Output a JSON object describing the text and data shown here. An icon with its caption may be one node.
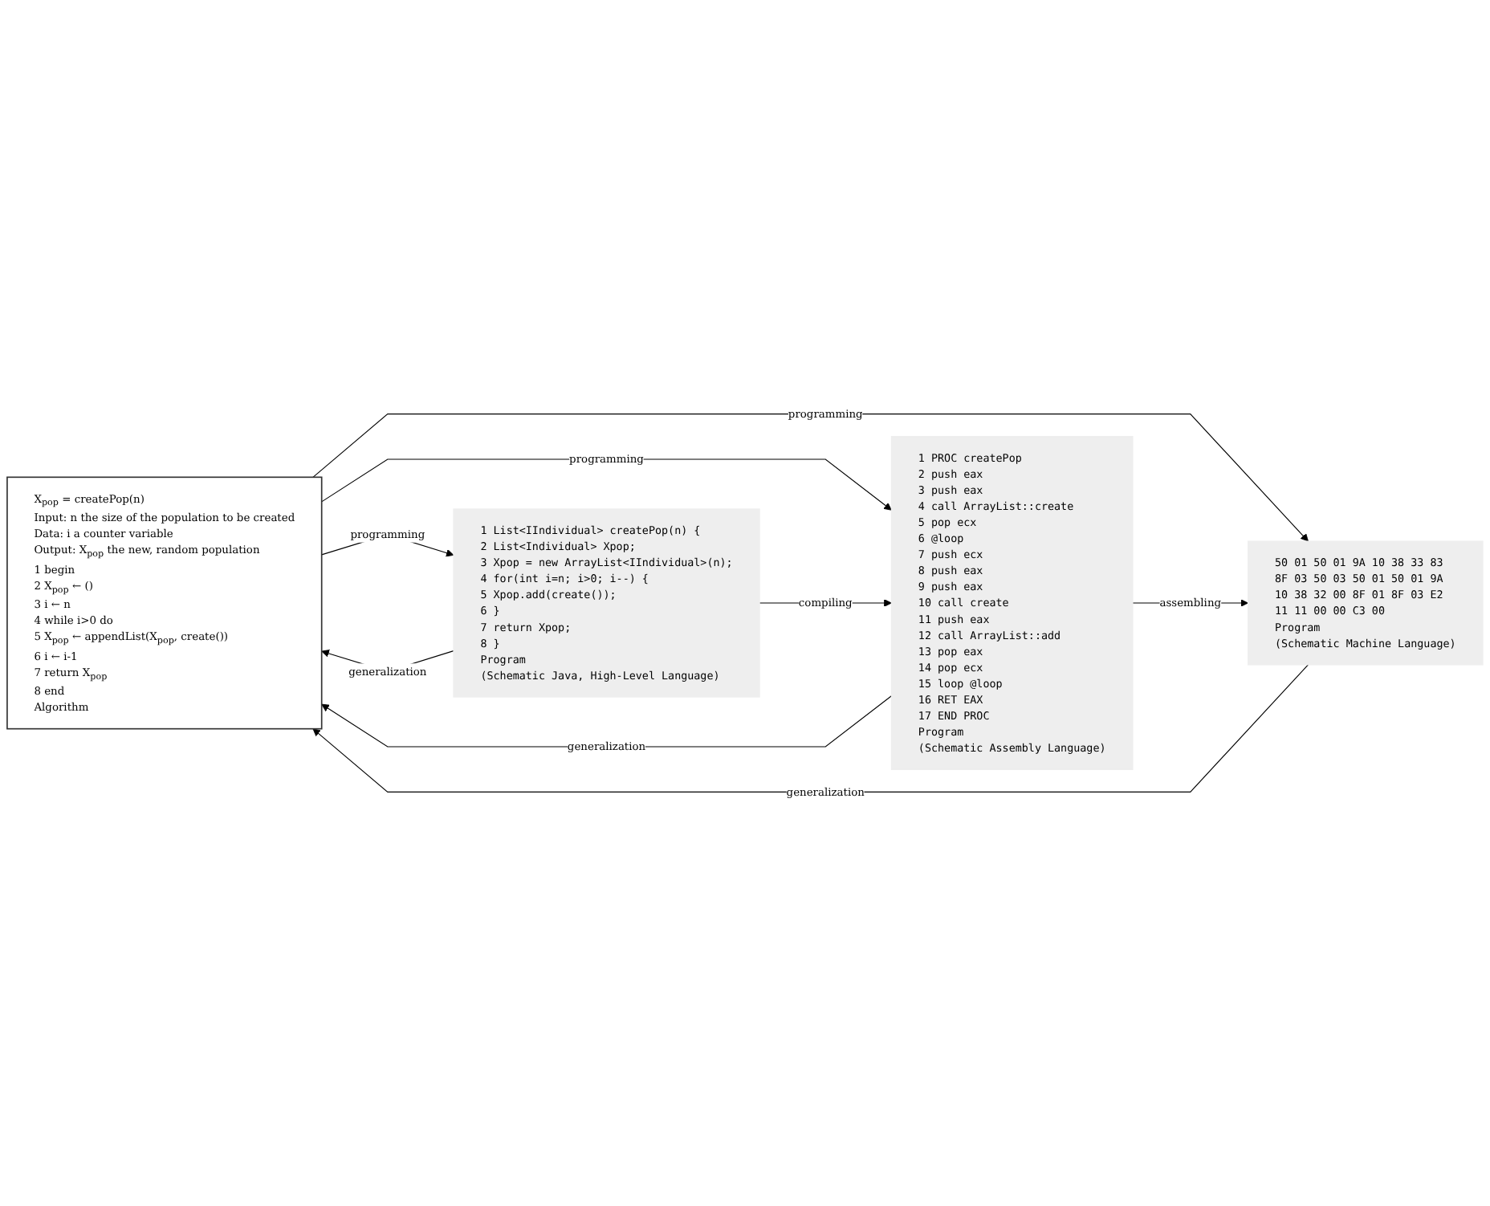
{
  "diagram": {
    "nodes": [
      {
        "text": [
          "X$_{pop}$ = createPop(n)",
          "Input: n the size of the population to be created",
          "Data: i a counter variable",
          "Output: X$_{pop}$ the new, random population",
          "1 begin",
          "2 X$_{pop}$ ← ()",
          "3 i ← n",
          "4 while i>0 do",
          "5 X$_{pop}$ ← appendList(X$_{pop}$, create())",
          "6 i ← i-1",
          "7 return X$_{pop}$",
          "8 end",
          "Algorithm"
        ]
      },
      {
        "text": [
          "1 List<IIndividual> createPop(n) {",
          "2 List<Individual> Xpop;",
          "3 Xpop = new ArrayList<IIndividual>(n);",
          "4 for(int i=n; i>0; i--) {",
          "5 Xpop.add(create());",
          "6 }",
          "7 return Xpop;",
          "8 }",
          "Program",
          "(Schematic Java, High-Level Language)"
        ]
      },
      {
        "text": [
          "1 PROC createPop",
          "2 push eax",
          "3 push eax",
          "4 call ArrayList::create",
          "5 pop ecx",
          "6 @loop",
          "7 push ecx",
          "8 push eax",
          "9 push eax",
          "10 call create",
          "11 push eax",
          "12 call ArrayList::add",
          "13 pop eax",
          "14 pop ecx",
          "15 loop @loop",
          "16 RET EAX",
          "17 END PROC",
          "Program",
          "(Schematic Assembly Language)"
        ]
      },
      {
        "text": [
          "50 01 50 01 9A 10 38 33 83",
          "8F 03 50 03 50 01 50 01 9A",
          "10 38 32 00 8F 01 8F 03 E2",
          "11 11 00 00 C3 00",
          "Program",
          "(Schematic Machine Language)"
        ]
      }
    ],
    "edges": [
      {
        "from": 0,
        "to": 1,
        "arrow": "to",
        "label": "programming"
      },
      {
        "from": 1,
        "to": 0,
        "arrow": "to",
        "label": "generalization"
      },
      {
        "from": 0,
        "to": 2,
        "arrow": "to",
        "label": "programming"
      },
      {
        "from": 2,
        "to": 0,
        "arrow": "to",
        "label": "generalization"
      },
      {
        "from": 0,
        "to": 3,
        "arrow": "to",
        "label": "programming"
      },
      {
        "from": 3,
        "to": 0,
        "arrow": "to",
        "label": "generalization"
      },
      {
        "from": 1,
        "to": 2,
        "arrow": "to",
        "label": "compiling"
      },
      {
        "from": 2,
        "to": 3,
        "arrow": "to",
        "label": "assembling"
      }
    ]
  }
}
